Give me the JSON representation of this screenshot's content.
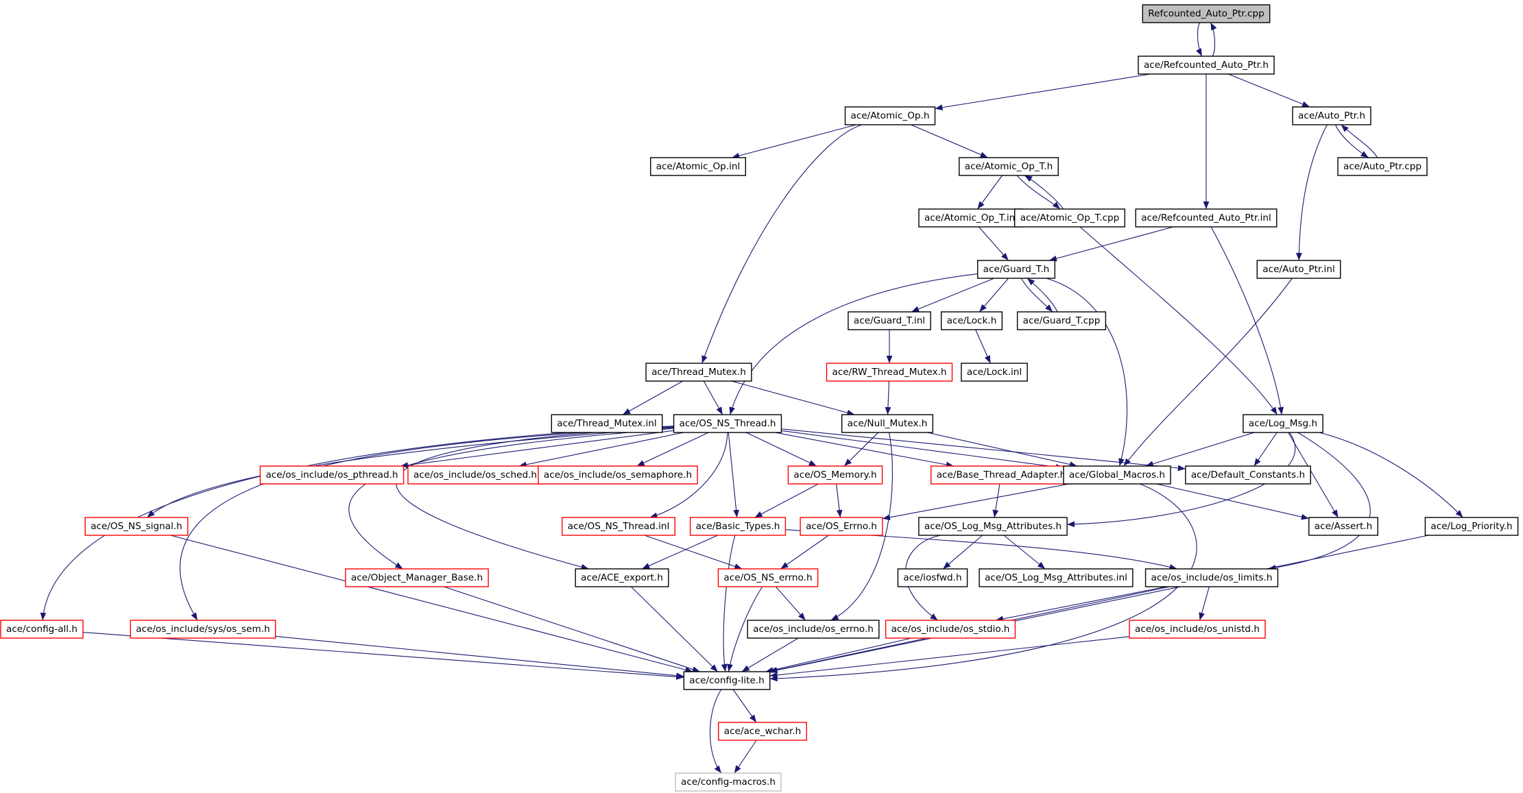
{
  "styles": {
    "edge_color": "#191970",
    "border_colors": {
      "root": "#000000",
      "doc": "#000000",
      "nodoc": "#ff0000",
      "ext": "#bfbfbf"
    },
    "fill_colors": {
      "root": "#bfbfbf",
      "doc": "#ffffff",
      "nodoc": "#ffffff",
      "ext": "#ffffff"
    }
  },
  "nodes": [
    {
      "id": "n_refcpp",
      "label": "Refcounted_Auto_Ptr.cpp",
      "style": "root"
    },
    {
      "id": "n_refh",
      "label": "ace/Refcounted_Auto_Ptr.h",
      "style": "doc"
    },
    {
      "id": "n_atomic",
      "label": "ace/Atomic_Op.h",
      "style": "doc"
    },
    {
      "id": "n_autoptr",
      "label": "ace/Auto_Ptr.h",
      "style": "doc"
    },
    {
      "id": "n_atomicinl",
      "label": "ace/Atomic_Op.inl",
      "style": "doc"
    },
    {
      "id": "n_atomict",
      "label": "ace/Atomic_Op_T.h",
      "style": "doc"
    },
    {
      "id": "n_autoptrcpp",
      "label": "ace/Auto_Ptr.cpp",
      "style": "doc"
    },
    {
      "id": "n_atomictinl",
      "label": "ace/Atomic_Op_T.inl",
      "style": "doc"
    },
    {
      "id": "n_atomictcpp",
      "label": "ace/Atomic_Op_T.cpp",
      "style": "doc"
    },
    {
      "id": "n_refinl",
      "label": "ace/Refcounted_Auto_Ptr.inl",
      "style": "doc"
    },
    {
      "id": "n_autoptrinl",
      "label": "ace/Auto_Ptr.inl",
      "style": "doc"
    },
    {
      "id": "n_guardt",
      "label": "ace/Guard_T.h",
      "style": "doc"
    },
    {
      "id": "n_guardtinl",
      "label": "ace/Guard_T.inl",
      "style": "doc"
    },
    {
      "id": "n_lock",
      "label": "ace/Lock.h",
      "style": "doc"
    },
    {
      "id": "n_guardtcpp",
      "label": "ace/Guard_T.cpp",
      "style": "doc"
    },
    {
      "id": "n_rwthread",
      "label": "ace/RW_Thread_Mutex.h",
      "style": "nodoc"
    },
    {
      "id": "n_lockinl",
      "label": "ace/Lock.inl",
      "style": "doc"
    },
    {
      "id": "n_threadmutex",
      "label": "ace/Thread_Mutex.h",
      "style": "doc"
    },
    {
      "id": "n_threadmutexinl",
      "label": "ace/Thread_Mutex.inl",
      "style": "doc"
    },
    {
      "id": "n_osnsthread",
      "label": "ace/OS_NS_Thread.h",
      "style": "doc"
    },
    {
      "id": "n_nullmutex",
      "label": "ace/Null_Mutex.h",
      "style": "doc"
    },
    {
      "id": "n_logmsg",
      "label": "ace/Log_Msg.h",
      "style": "doc"
    },
    {
      "id": "n_ospthread",
      "label": "ace/os_include/os_pthread.h",
      "style": "nodoc"
    },
    {
      "id": "n_ossched",
      "label": "ace/os_include/os_sched.h",
      "style": "nodoc"
    },
    {
      "id": "n_ossem",
      "label": "ace/os_include/os_semaphore.h",
      "style": "nodoc"
    },
    {
      "id": "n_osmemory",
      "label": "ace/OS_Memory.h",
      "style": "nodoc"
    },
    {
      "id": "n_basethread",
      "label": "ace/Base_Thread_Adapter.h",
      "style": "nodoc"
    },
    {
      "id": "n_globalmacros",
      "label": "ace/Global_Macros.h",
      "style": "doc"
    },
    {
      "id": "n_defconst",
      "label": "ace/Default_Constants.h",
      "style": "doc"
    },
    {
      "id": "n_osnssignal",
      "label": "ace/OS_NS_signal.h",
      "style": "nodoc"
    },
    {
      "id": "n_osnsthreadinl",
      "label": "ace/OS_NS_Thread.inl",
      "style": "nodoc"
    },
    {
      "id": "n_basictypes",
      "label": "ace/Basic_Types.h",
      "style": "nodoc"
    },
    {
      "id": "n_oserrno",
      "label": "ace/OS_Errno.h",
      "style": "nodoc"
    },
    {
      "id": "n_oslogmsgattr",
      "label": "ace/OS_Log_Msg_Attributes.h",
      "style": "doc"
    },
    {
      "id": "n_assert",
      "label": "ace/Assert.h",
      "style": "doc"
    },
    {
      "id": "n_logpriority",
      "label": "ace/Log_Priority.h",
      "style": "doc"
    },
    {
      "id": "n_objmgr",
      "label": "ace/Object_Manager_Base.h",
      "style": "nodoc"
    },
    {
      "id": "n_aceexport",
      "label": "ace/ACE_export.h",
      "style": "doc"
    },
    {
      "id": "n_osnserrno",
      "label": "ace/OS_NS_errno.h",
      "style": "nodoc"
    },
    {
      "id": "n_iosfwd",
      "label": "ace/iosfwd.h",
      "style": "doc"
    },
    {
      "id": "n_oslogmsgattrinl",
      "label": "ace/OS_Log_Msg_Attributes.inl",
      "style": "doc"
    },
    {
      "id": "n_oslimits",
      "label": "ace/os_include/os_limits.h",
      "style": "doc"
    },
    {
      "id": "n_configall",
      "label": "ace/config-all.h",
      "style": "nodoc"
    },
    {
      "id": "n_ossyssem",
      "label": "ace/os_include/sys/os_sem.h",
      "style": "nodoc"
    },
    {
      "id": "n_oserrnoh",
      "label": "ace/os_include/os_errno.h",
      "style": "doc"
    },
    {
      "id": "n_osstdio",
      "label": "ace/os_include/os_stdio.h",
      "style": "nodoc"
    },
    {
      "id": "n_osunistd",
      "label": "ace/os_include/os_unistd.h",
      "style": "nodoc"
    },
    {
      "id": "n_configlite",
      "label": "ace/config-lite.h",
      "style": "doc"
    },
    {
      "id": "n_acewchar",
      "label": "ace/ace_wchar.h",
      "style": "nodoc"
    },
    {
      "id": "n_configmacros",
      "label": "ace/config-macros.h",
      "style": "ext"
    }
  ],
  "edges": [
    {
      "from": "n_refcpp",
      "to": "n_refh"
    },
    {
      "from": "n_refh",
      "to": "n_refcpp"
    },
    {
      "from": "n_refh",
      "to": "n_atomic"
    },
    {
      "from": "n_refh",
      "to": "n_autoptr"
    },
    {
      "from": "n_refh",
      "to": "n_refinl"
    },
    {
      "from": "n_atomic",
      "to": "n_atomicinl"
    },
    {
      "from": "n_atomic",
      "to": "n_atomict"
    },
    {
      "from": "n_atomic",
      "to": "n_threadmutex"
    },
    {
      "from": "n_autoptr",
      "to": "n_autoptrcpp"
    },
    {
      "from": "n_autoptrcpp",
      "to": "n_autoptr"
    },
    {
      "from": "n_autoptr",
      "to": "n_autoptrinl"
    },
    {
      "from": "n_atomict",
      "to": "n_atomictinl"
    },
    {
      "from": "n_atomict",
      "to": "n_atomictcpp"
    },
    {
      "from": "n_atomictcpp",
      "to": "n_atomict"
    },
    {
      "from": "n_atomictinl",
      "to": "n_guardt"
    },
    {
      "from": "n_atomictcpp",
      "to": "n_logmsg"
    },
    {
      "from": "n_refinl",
      "to": "n_guardt"
    },
    {
      "from": "n_refinl",
      "to": "n_logmsg"
    },
    {
      "from": "n_autoptrinl",
      "to": "n_globalmacros"
    },
    {
      "from": "n_guardt",
      "to": "n_guardtinl"
    },
    {
      "from": "n_guardt",
      "to": "n_lock"
    },
    {
      "from": "n_guardt",
      "to": "n_guardtcpp"
    },
    {
      "from": "n_guardtcpp",
      "to": "n_guardt"
    },
    {
      "from": "n_guardt",
      "to": "n_osnsthread"
    },
    {
      "from": "n_guardt",
      "to": "n_globalmacros"
    },
    {
      "from": "n_guardtinl",
      "to": "n_rwthread"
    },
    {
      "from": "n_lock",
      "to": "n_lockinl"
    },
    {
      "from": "n_rwthread",
      "to": "n_nullmutex"
    },
    {
      "from": "n_threadmutex",
      "to": "n_threadmutexinl"
    },
    {
      "from": "n_threadmutex",
      "to": "n_osnsthread"
    },
    {
      "from": "n_threadmutex",
      "to": "n_nullmutex"
    },
    {
      "from": "n_nullmutex",
      "to": "n_osmemory"
    },
    {
      "from": "n_nullmutex",
      "to": "n_globalmacros"
    },
    {
      "from": "n_nullmutex",
      "to": "n_oserrnoh"
    },
    {
      "from": "n_osnsthread",
      "to": "n_ospthread"
    },
    {
      "from": "n_osnsthread",
      "to": "n_ossched"
    },
    {
      "from": "n_osnsthread",
      "to": "n_ossem"
    },
    {
      "from": "n_osnsthread",
      "to": "n_osmemory"
    },
    {
      "from": "n_osnsthread",
      "to": "n_basethread"
    },
    {
      "from": "n_osnsthread",
      "to": "n_globalmacros"
    },
    {
      "from": "n_osnsthread",
      "to": "n_defconst"
    },
    {
      "from": "n_osnsthread",
      "to": "n_osnssignal"
    },
    {
      "from": "n_osnsthread",
      "to": "n_osnsthreadinl"
    },
    {
      "from": "n_osnsthread",
      "to": "n_basictypes"
    },
    {
      "from": "n_osnsthread",
      "to": "n_objmgr"
    },
    {
      "from": "n_osnsthread",
      "to": "n_aceexport"
    },
    {
      "from": "n_osnsthread",
      "to": "n_configall"
    },
    {
      "from": "n_osnsthread",
      "to": "n_ossyssem"
    },
    {
      "from": "n_logmsg",
      "to": "n_globalmacros"
    },
    {
      "from": "n_logmsg",
      "to": "n_defconst"
    },
    {
      "from": "n_logmsg",
      "to": "n_assert"
    },
    {
      "from": "n_logmsg",
      "to": "n_logpriority"
    },
    {
      "from": "n_logmsg",
      "to": "n_oslogmsgattr"
    },
    {
      "from": "n_logmsg",
      "to": "n_oslimits"
    },
    {
      "from": "n_osmemory",
      "to": "n_oserrno"
    },
    {
      "from": "n_osmemory",
      "to": "n_basictypes"
    },
    {
      "from": "n_basethread",
      "to": "n_oslogmsgattr"
    },
    {
      "from": "n_globalmacros",
      "to": "n_oserrno"
    },
    {
      "from": "n_globalmacros",
      "to": "n_assert"
    },
    {
      "from": "n_globalmacros",
      "to": "n_configlite"
    },
    {
      "from": "n_oserrno",
      "to": "n_osnserrno"
    },
    {
      "from": "n_basictypes",
      "to": "n_aceexport"
    },
    {
      "from": "n_basictypes",
      "to": "n_oslimits"
    },
    {
      "from": "n_basictypes",
      "to": "n_configlite"
    },
    {
      "from": "n_osnsthreadinl",
      "to": "n_osnserrno"
    },
    {
      "from": "n_osnssignal",
      "to": "n_configlite"
    },
    {
      "from": "n_oslogmsgattr",
      "to": "n_iosfwd"
    },
    {
      "from": "n_oslogmsgattr",
      "to": "n_oslogmsgattrinl"
    },
    {
      "from": "n_oslogmsgattr",
      "to": "n_osstdio"
    },
    {
      "from": "n_oslimits",
      "to": "n_osstdio"
    },
    {
      "from": "n_oslimits",
      "to": "n_osunistd"
    },
    {
      "from": "n_oslimits",
      "to": "n_configlite"
    },
    {
      "from": "n_objmgr",
      "to": "n_configlite"
    },
    {
      "from": "n_aceexport",
      "to": "n_configlite"
    },
    {
      "from": "n_osnserrno",
      "to": "n_oserrnoh"
    },
    {
      "from": "n_osnserrno",
      "to": "n_configlite"
    },
    {
      "from": "n_configall",
      "to": "n_configlite"
    },
    {
      "from": "n_ossyssem",
      "to": "n_configlite"
    },
    {
      "from": "n_oserrnoh",
      "to": "n_configlite"
    },
    {
      "from": "n_osstdio",
      "to": "n_configlite"
    },
    {
      "from": "n_osunistd",
      "to": "n_configlite"
    },
    {
      "from": "n_logpriority",
      "to": "n_configlite"
    },
    {
      "from": "n_configlite",
      "to": "n_acewchar"
    },
    {
      "from": "n_configlite",
      "to": "n_configmacros"
    },
    {
      "from": "n_acewchar",
      "to": "n_configmacros"
    }
  ]
}
